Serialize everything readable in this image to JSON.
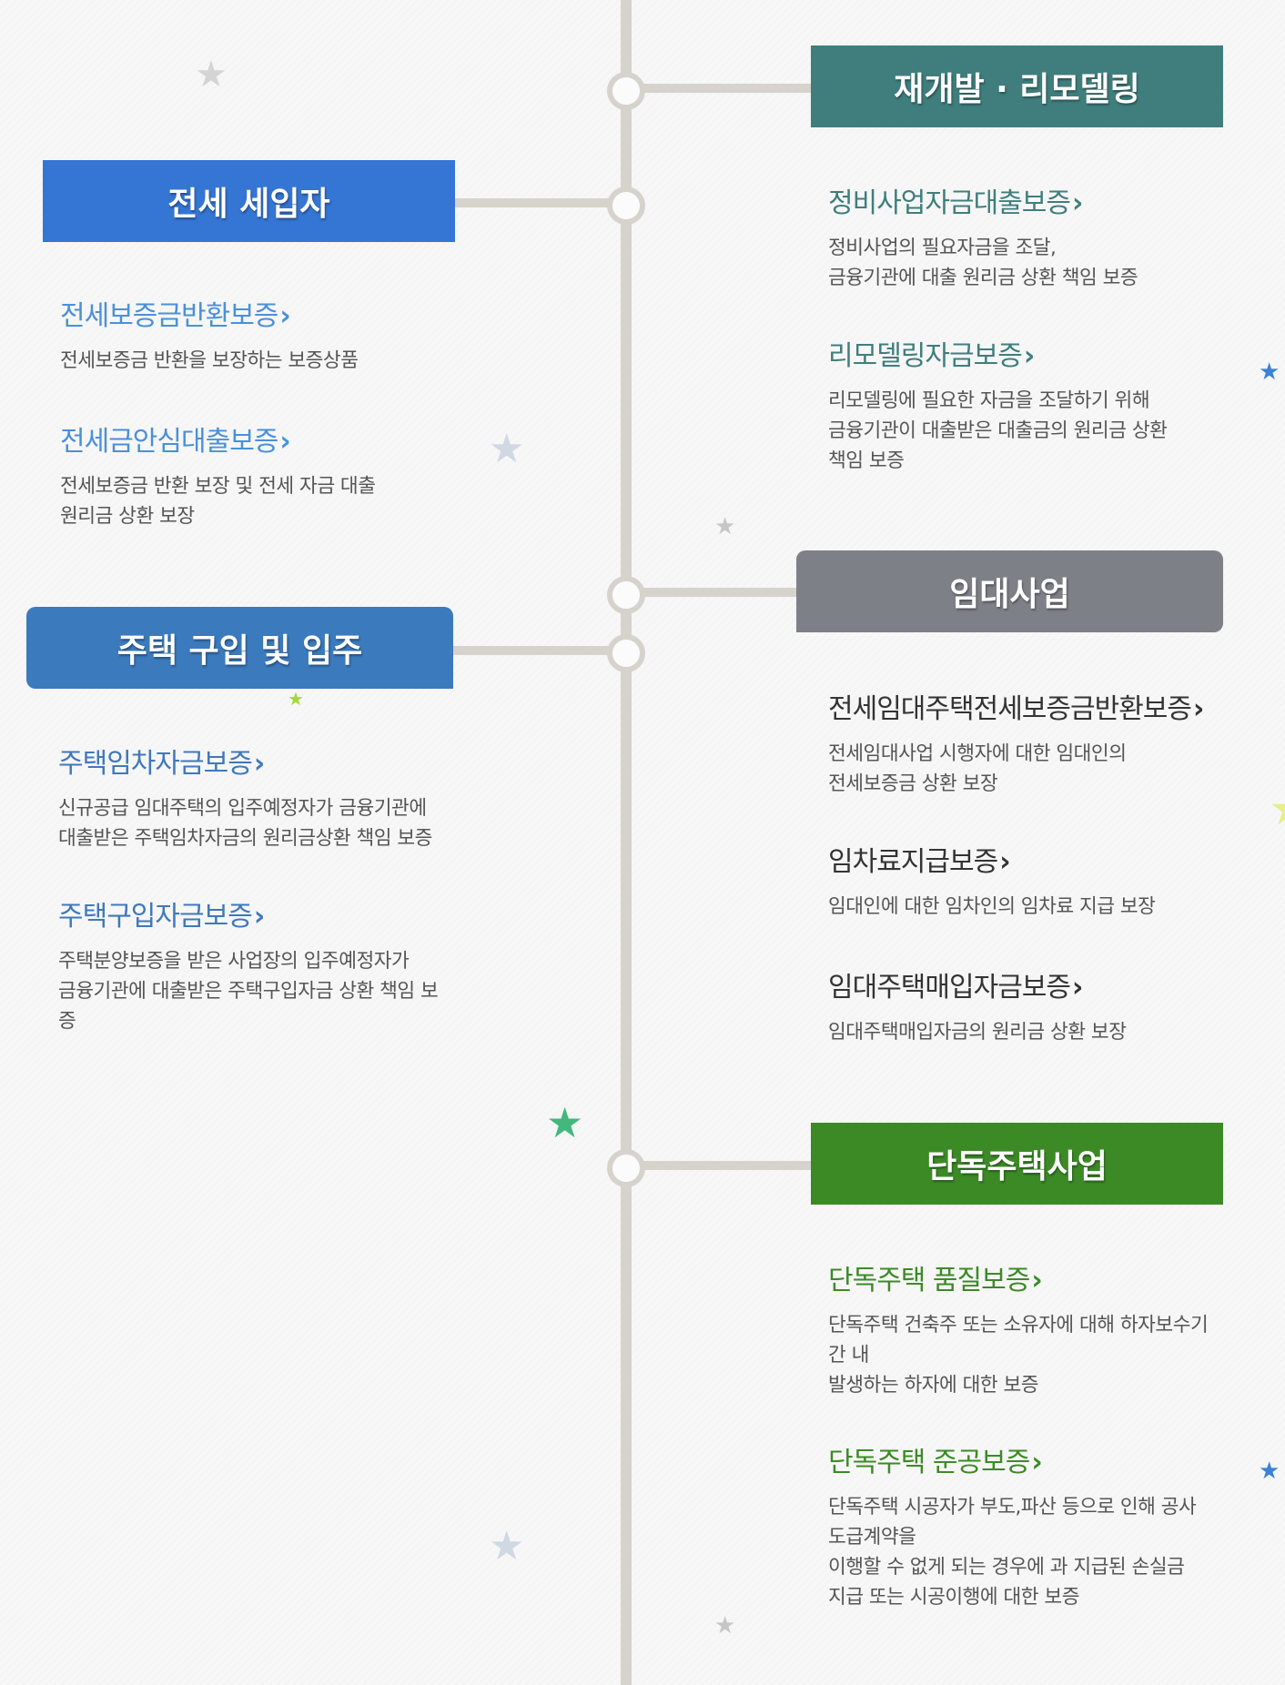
{
  "colors": {
    "jeonse": "#3575d3",
    "housing": "#3b7abd",
    "redevelop": "#3f7e7c",
    "rental": "#7e8088",
    "detached": "#3c8a26",
    "link_blue": "#4a90d9",
    "link_blue_dark": "#3f78bd",
    "link_teal": "#3f7e7c",
    "link_dark": "#333333",
    "link_green": "#3c8a26"
  },
  "left": {
    "jeonse": {
      "title": "전세 세입자",
      "items": [
        {
          "title": "전세보증금반환보증",
          "desc": "전세보증금 반환을 보장하는 보증상품"
        },
        {
          "title": "전세금안심대출보증",
          "desc": "전세보증금 반환 보장 및 전세 자금 대출\n원리금 상환 보장"
        }
      ]
    },
    "housing": {
      "title": "주택 구입 및 입주",
      "items": [
        {
          "title": "주택임차자금보증",
          "desc": "신규공급 임대주택의 입주예정자가 금융기관에\n대출받은 주택임차자금의 원리금상환 책임 보증"
        },
        {
          "title": "주택구입자금보증",
          "desc": "주택분양보증을 받은 사업장의 입주예정자가\n금융기관에 대출받은 주택구입자금 상환 책임 보\n증"
        }
      ]
    }
  },
  "right": {
    "redevelop": {
      "title": "재개발 · 리모델링",
      "items": [
        {
          "title": "정비사업자금대출보증",
          "desc": "정비사업의 필요자금을 조달,\n금융기관에 대출 원리금 상환 책임 보증"
        },
        {
          "title": "리모델링자금보증",
          "desc": "리모델링에 필요한 자금을 조달하기 위해\n금융기관이 대출받은 대출금의 원리금 상환\n책임 보증"
        }
      ]
    },
    "rental": {
      "title": "임대사업",
      "items": [
        {
          "title": "전세임대주택전세보증금반환보증",
          "desc": "전세임대사업 시행자에 대한 임대인의\n전세보증금 상환 보장"
        },
        {
          "title": "임차료지급보증",
          "desc": "임대인에 대한 임차인의 임차료 지급 보장"
        },
        {
          "title": "임대주택매입자금보증",
          "desc": "임대주택매입자금의 원리금 상환 보장"
        }
      ]
    },
    "detached": {
      "title": "단독주택사업",
      "items": [
        {
          "title": "단독주택 품질보증",
          "desc": "단독주택 건축주 또는 소유자에 대해 하자보수기\n간 내\n발생하는 하자에 대한 보증"
        },
        {
          "title": "단독주택 준공보증",
          "desc": "단독주택 시공자가 부도,파산 등으로 인해 공사\n도급계약을\n이행할 수 없게 되는 경우에 과 지급된 손실금\n지급 또는 시공이행에 대한 보증"
        }
      ]
    }
  },
  "chevron": "›",
  "star_glyph": "★"
}
